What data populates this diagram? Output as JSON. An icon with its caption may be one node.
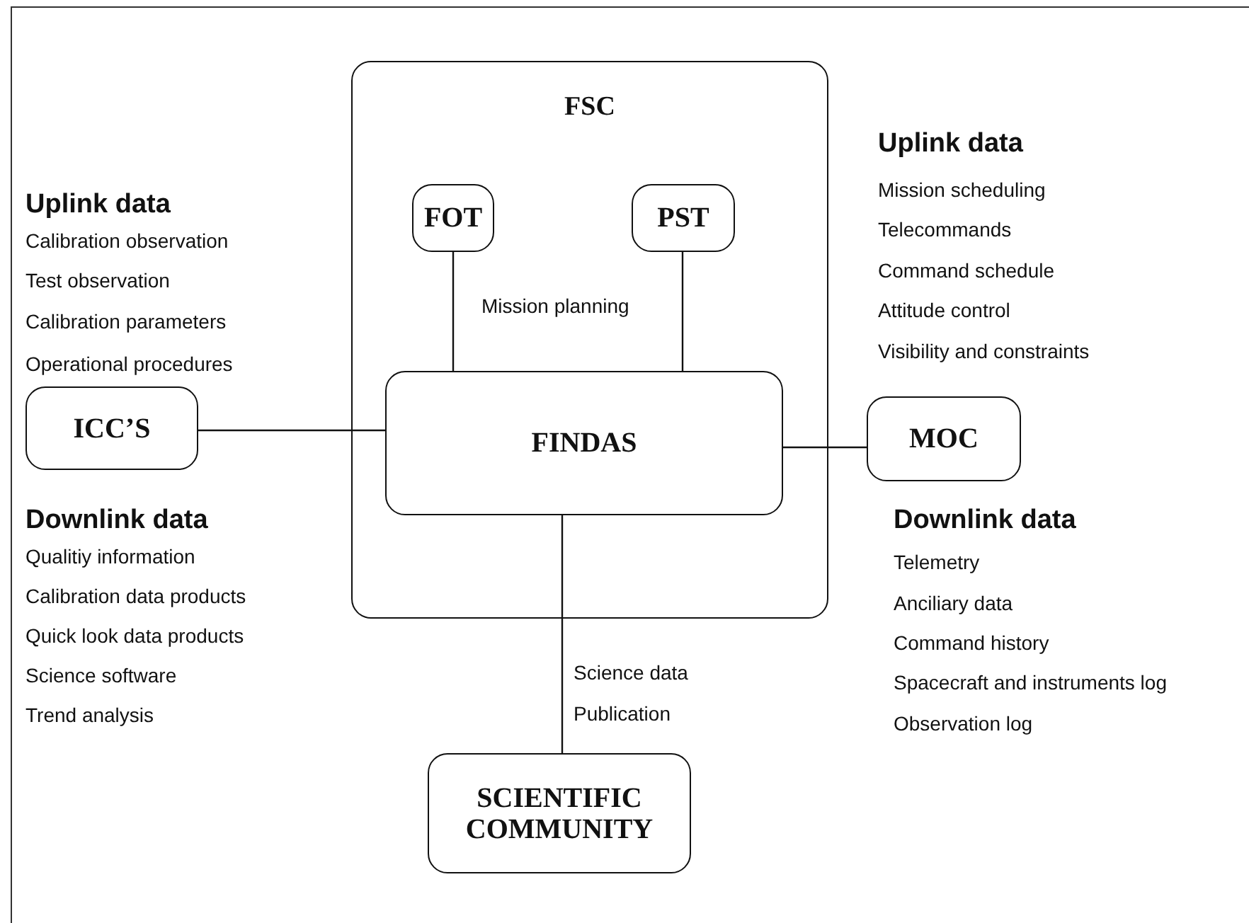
{
  "diagram": {
    "nodes": [
      {
        "text": [
          "FSC"
        ]
      },
      {
        "text": [
          "FOT"
        ],
        "in": 0
      },
      {
        "text": [
          "PST"
        ],
        "in": 0
      },
      {
        "text": [
          "FINDAS"
        ],
        "in": 0
      },
      {
        "text": [
          "ICC’S"
        ]
      },
      {
        "text": [
          "MOC"
        ]
      },
      {
        "text": [
          "SCIENTIFIC COMMUNITY"
        ]
      }
    ],
    "edges": [
      {
        "from": 1,
        "to": 3,
        "arrow": "none"
      },
      {
        "from": 2,
        "to": 3,
        "arrow": "none"
      },
      {
        "from": 4,
        "to": 3,
        "arrow": "none"
      },
      {
        "from": 3,
        "to": 5,
        "arrow": "none"
      },
      {
        "from": 3,
        "to": 6,
        "arrow": "none"
      }
    ],
    "labels": [
      "Uplink data",
      "Calibration observation",
      "Test observation",
      "Calibration parameters",
      "Operational procedures",
      "Uplink data",
      "Mission scheduling",
      "Telecommands",
      "Command schedule",
      "Attitude control",
      "Visibility and constraints",
      "Mission planning",
      "Downlink data",
      "Qualitiy information",
      "Calibration data products",
      "Quick look data products",
      "Science software",
      "Trend analysis",
      "Downlink data",
      "Telemetry",
      "Anciliary data",
      "Command history",
      "Spacecraft and instruments log",
      "Observation log",
      "Science data",
      "Publication"
    ]
  }
}
